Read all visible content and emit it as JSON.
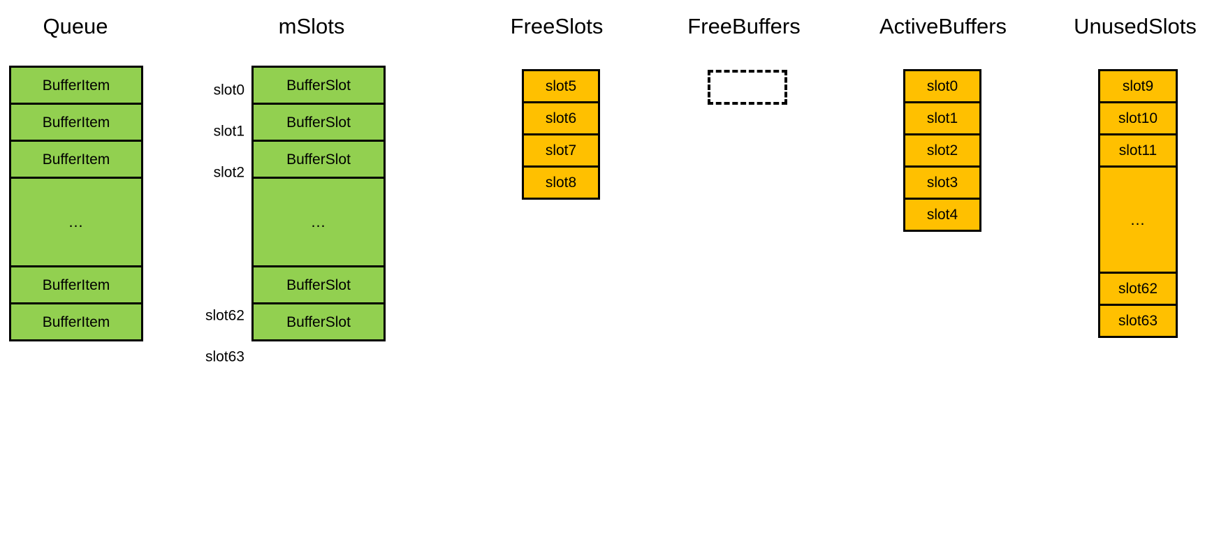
{
  "diagram": {
    "title_bar": null,
    "background_color": "#ffffff",
    "palette": {
      "green": "#92D050",
      "orange": "#FFC000",
      "border": "#000000",
      "text": "#000000"
    },
    "columns": [
      {
        "id": "queue",
        "heading": "Queue",
        "fill": "green",
        "cells": [
          {
            "label": "BufferItem",
            "kind": "item"
          },
          {
            "label": "BufferItem",
            "kind": "item"
          },
          {
            "label": "BufferItem",
            "kind": "item"
          },
          {
            "label": "…",
            "kind": "ellipsis"
          },
          {
            "label": "BufferItem",
            "kind": "item"
          },
          {
            "label": "BufferItem",
            "kind": "item"
          }
        ]
      },
      {
        "id": "mslots",
        "heading": "mSlots",
        "fill": "green",
        "index_labels": [
          "slot0",
          "slot1",
          "slot2",
          "",
          "slot62",
          "slot63"
        ],
        "cells": [
          {
            "label": "BufferSlot",
            "kind": "item"
          },
          {
            "label": "BufferSlot",
            "kind": "item"
          },
          {
            "label": "BufferSlot",
            "kind": "item"
          },
          {
            "label": "…",
            "kind": "ellipsis"
          },
          {
            "label": "BufferSlot",
            "kind": "item"
          },
          {
            "label": "BufferSlot",
            "kind": "item"
          }
        ]
      },
      {
        "id": "freeslots",
        "heading": "FreeSlots",
        "fill": "orange",
        "cells": [
          {
            "label": "slot5",
            "kind": "item"
          },
          {
            "label": "slot6",
            "kind": "item"
          },
          {
            "label": "slot7",
            "kind": "item"
          },
          {
            "label": "slot8",
            "kind": "item"
          }
        ]
      },
      {
        "id": "freebuffers",
        "heading": "FreeBuffers",
        "fill": "none",
        "empty": true,
        "cells": []
      },
      {
        "id": "activebuffers",
        "heading": "ActiveBuffers",
        "fill": "orange",
        "cells": [
          {
            "label": "slot0",
            "kind": "item"
          },
          {
            "label": "slot1",
            "kind": "item"
          },
          {
            "label": "slot2",
            "kind": "item"
          },
          {
            "label": "slot3",
            "kind": "item"
          },
          {
            "label": "slot4",
            "kind": "item"
          }
        ]
      },
      {
        "id": "unusedslots",
        "heading": "UnusedSlots",
        "fill": "orange",
        "cells": [
          {
            "label": "slot9",
            "kind": "item"
          },
          {
            "label": "slot10",
            "kind": "item"
          },
          {
            "label": "slot11",
            "kind": "item"
          },
          {
            "label": "…",
            "kind": "ellipsis"
          },
          {
            "label": "slot62",
            "kind": "item"
          },
          {
            "label": "slot63",
            "kind": "item"
          }
        ]
      }
    ]
  }
}
